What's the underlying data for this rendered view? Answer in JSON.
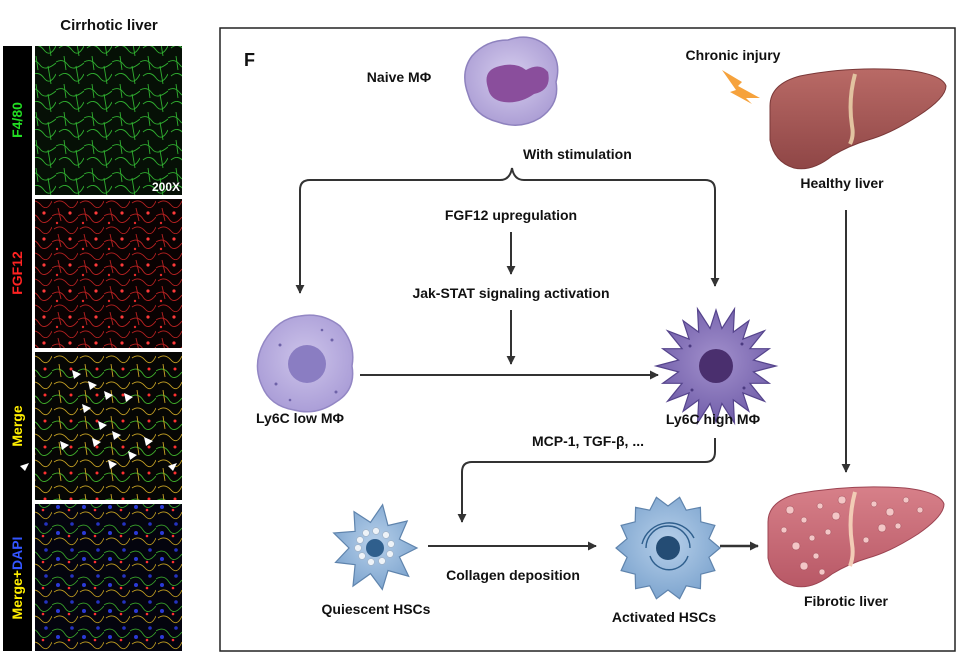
{
  "left_panel": {
    "title": "Cirrhotic liver",
    "magnification": "200X",
    "stain_rows": [
      {
        "label": "F4/80",
        "color": "#22dd22"
      },
      {
        "label": "FGF12",
        "color": "#ff2222"
      },
      {
        "label": "Merge",
        "color": "#ffee00"
      },
      {
        "label_parts": [
          {
            "text": "Merge+",
            "color": "#ffee00"
          },
          {
            "text": "DAPI",
            "color": "#3355ff"
          }
        ]
      }
    ]
  },
  "diagram": {
    "panel_letter": "F",
    "labels": {
      "naive": "Naive MΦ",
      "stimulation": "With stimulation",
      "fgf12": "FGF12 upregulation",
      "jakstat": "Jak-STAT signaling activation",
      "ly6c_low": "Ly6C low MΦ",
      "ly6c_high": "Ly6C high MΦ",
      "mcp": "MCP-1, TGF-β, ...",
      "chronic": "Chronic injury",
      "healthy": "Healthy liver",
      "quiescent": "Quiescent HSCs",
      "collagen": "Collagen deposition",
      "activated": "Activated HSCs",
      "fibrotic": "Fibrotic liver"
    },
    "colors": {
      "macrophage": "#b7acdc",
      "macrophage_nucleus": "#8a4e9c",
      "ly6c_high": "#8673b8",
      "hsc": "#8fb4d9",
      "hsc_nucleus": "#2f5f8d",
      "liver_healthy": "#a55656",
      "liver_fibrotic": "#c96b78",
      "lightning": "#f6a23c",
      "arrow": "#333333"
    }
  }
}
